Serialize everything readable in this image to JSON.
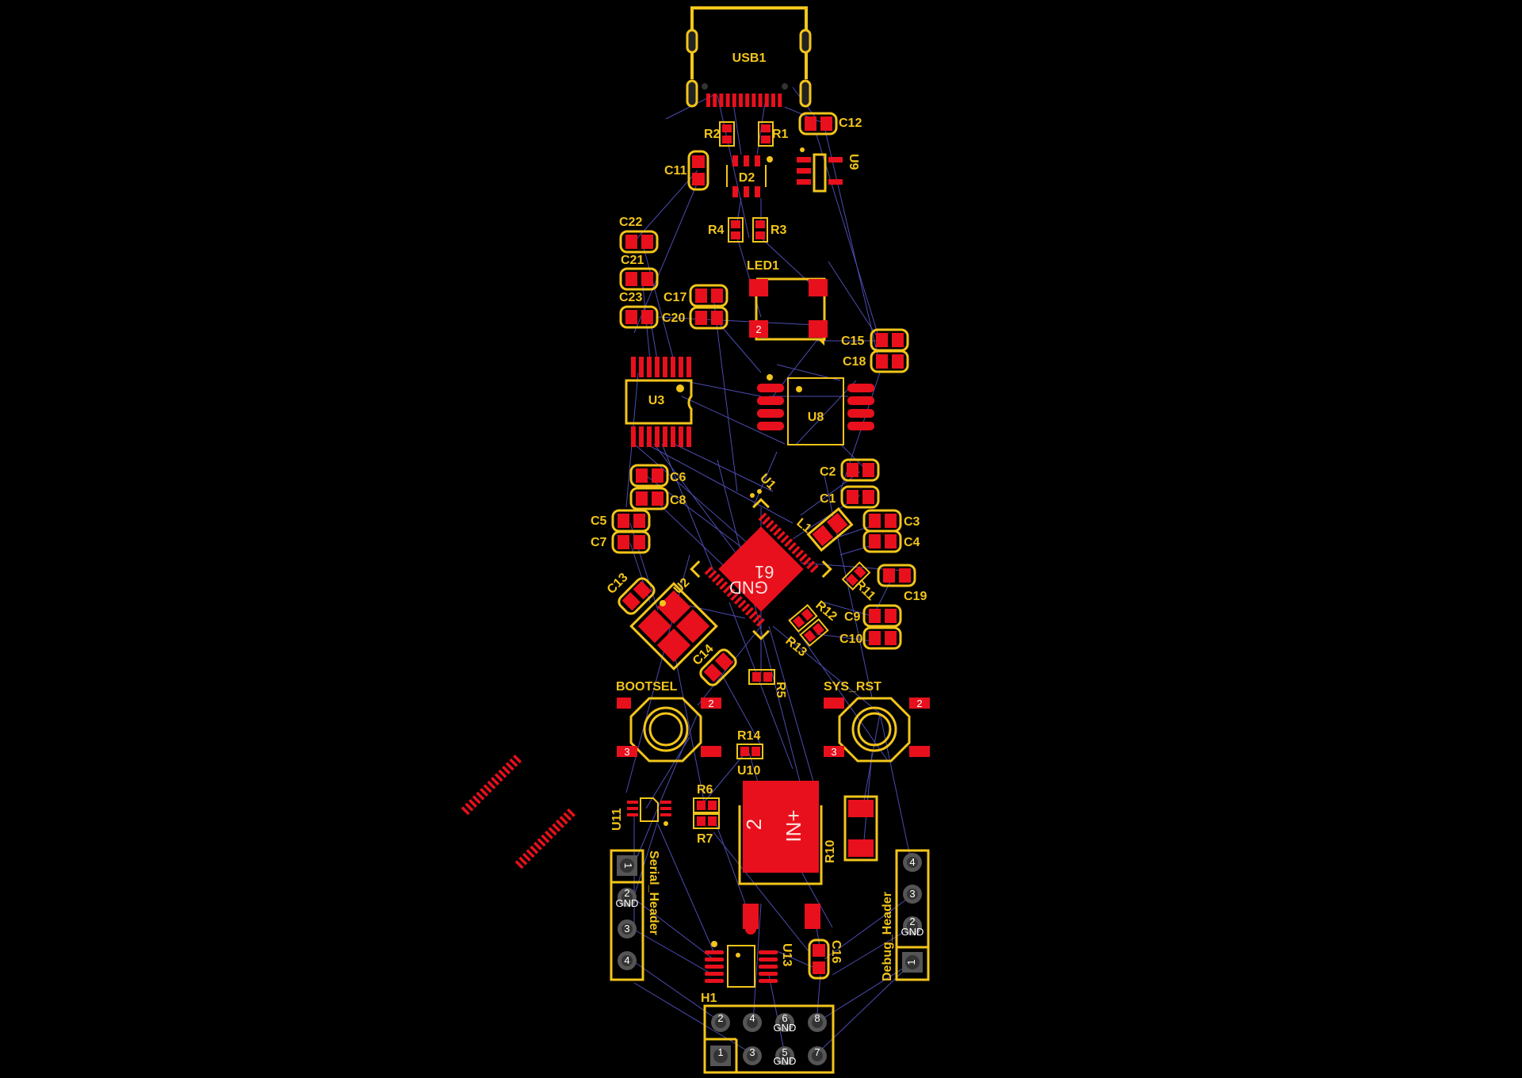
{
  "refdes": {
    "usb1": "USB1",
    "r1": "R1",
    "r2": "R2",
    "r3": "R3",
    "r4": "R4",
    "r5": "R5",
    "r6": "R6",
    "r7": "R7",
    "r10": "R10",
    "r11": "R11",
    "r12": "R12",
    "r13": "R13",
    "r14": "R14",
    "c1": "C1",
    "c2": "C2",
    "c3": "C3",
    "c4": "C4",
    "c5": "C5",
    "c6": "C6",
    "c7": "C7",
    "c8": "C8",
    "c9": "C9",
    "c10": "C10",
    "c11": "C11",
    "c12": "C12",
    "c13": "C13",
    "c14": "C14",
    "c15": "C15",
    "c16": "C16",
    "c17": "C17",
    "c18": "C18",
    "c19": "C19",
    "c20": "C20",
    "c21": "C21",
    "c22": "C22",
    "c23": "C23",
    "d2": "D2",
    "u1": "U1",
    "u2": "U2",
    "u3": "U3",
    "u8": "U8",
    "u9": "U9",
    "u10": "U10",
    "u11": "U11",
    "u13": "U13",
    "l1": "L1",
    "led1": "LED1",
    "h1": "H1",
    "bootsel": "BOOTSEL",
    "sys_rst": "SYS_RST",
    "serial_header": "Serial_Header",
    "debug_header": "Debug_Header"
  },
  "pads": {
    "u1_pad_num": "61",
    "u1_pad_net": "GND",
    "u10_pad_num": "2",
    "u10_pad_net": "IN+",
    "gnd": "GND",
    "n1": "1",
    "n2": "2",
    "n3": "3",
    "n4": "4",
    "n5": "5",
    "n6": "6",
    "n7": "7",
    "n8": "8"
  },
  "colors": {
    "background": "#000000",
    "copper": "#e8101c",
    "silkscreen": "#f2c51b",
    "ratsnest": "#5a5ad2",
    "through_hole": "#5a5a5a",
    "pad_text": "#ffffff"
  }
}
